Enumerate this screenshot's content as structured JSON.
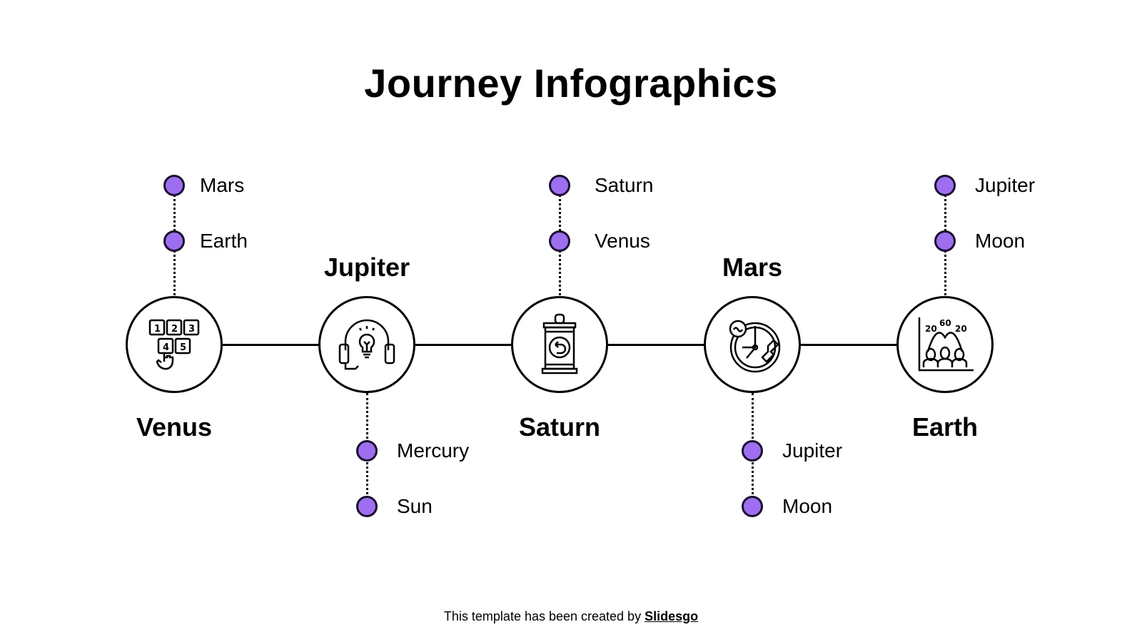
{
  "title": "Journey Infographics",
  "colors": {
    "accent": "#9d6ff0",
    "line": "#000000"
  },
  "steps": [
    {
      "label": "Venus",
      "icon": "keypad-icon",
      "items": [
        "Mars",
        "Earth"
      ],
      "items_position": "top",
      "label_position": "bottom"
    },
    {
      "label": "Jupiter",
      "icon": "headset-idea-icon",
      "items": [
        "Mercury",
        "Sun"
      ],
      "items_position": "bottom",
      "label_position": "top"
    },
    {
      "label": "Saturn",
      "icon": "recycle-can-icon",
      "items": [
        "Saturn",
        "Venus"
      ],
      "items_position": "top",
      "label_position": "bottom"
    },
    {
      "label": "Mars",
      "icon": "clock-phone-icon",
      "items": [
        "Jupiter",
        "Moon"
      ],
      "items_position": "bottom",
      "label_position": "top"
    },
    {
      "label": "Earth",
      "icon": "audience-chart-icon",
      "items": [
        "Jupiter",
        "Moon"
      ],
      "items_position": "top",
      "label_position": "bottom"
    }
  ],
  "footer": {
    "text": "This template has been created by ",
    "brand": "Slidesgo"
  }
}
